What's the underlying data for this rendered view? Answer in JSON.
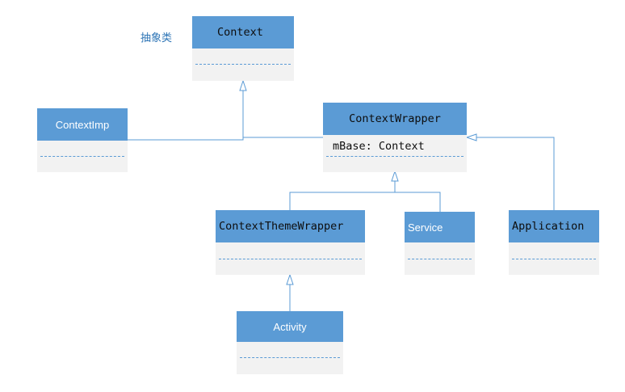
{
  "annotation": "抽象类",
  "classes": {
    "context": {
      "name": "Context"
    },
    "context_imp": {
      "name": "ContextImp"
    },
    "context_wrapper": {
      "name": "ContextWrapper",
      "attribute": "mBase: Context"
    },
    "context_theme_wrapper": {
      "name": "ContextThemeWrapper"
    },
    "service": {
      "name": "Service"
    },
    "application": {
      "name": "Application"
    },
    "activity": {
      "name": "Activity"
    }
  },
  "colors": {
    "header": "#5b9bd5",
    "body": "#f2f2f2",
    "line": "#5b9bd5",
    "annotation": "#2e75b6"
  },
  "relations": [
    {
      "type": "inheritance",
      "from": "ContextImp",
      "to": "Context"
    },
    {
      "type": "inheritance",
      "from": "ContextWrapper",
      "to": "Context"
    },
    {
      "type": "inheritance",
      "from": "ContextThemeWrapper",
      "to": "ContextWrapper"
    },
    {
      "type": "inheritance",
      "from": "Service",
      "to": "ContextWrapper"
    },
    {
      "type": "inheritance",
      "from": "Application",
      "to": "ContextWrapper"
    },
    {
      "type": "inheritance",
      "from": "Activity",
      "to": "ContextThemeWrapper"
    }
  ]
}
